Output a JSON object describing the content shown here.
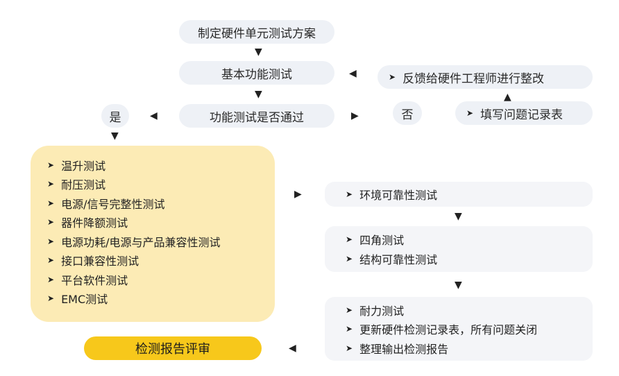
{
  "flow": {
    "step1": "制定硬件单元测试方案",
    "step2": "基本功能测试",
    "decision": "功能测试是否通过",
    "yes": "是",
    "no": "否",
    "feedback": "反馈给硬件工程师进行整改",
    "fill_record": "填写问题记录表",
    "final": "检测报告评审"
  },
  "tests_group": {
    "items": [
      "温升测试",
      "耐压测试",
      "电源/信号完整性测试",
      "器件降额测试",
      "电源功耗/电源与产品兼容性测试",
      "接口兼容性测试",
      "平台软件测试",
      "EMC测试"
    ]
  },
  "right_boxes": {
    "box1": [
      "环境可靠性测试"
    ],
    "box2": [
      "四角测试",
      "结构可靠性测试"
    ],
    "box3": [
      "耐力测试",
      "更新硬件检测记录表，所有问题关闭",
      "整理输出检测报告"
    ]
  },
  "icons": {
    "bullet": "➤",
    "arrow_down": "▼",
    "arrow_left": "◀",
    "arrow_right": "▶",
    "arrow_up": "▲"
  },
  "colors": {
    "pill_bg": "#eef1f6",
    "group_bg": "#fcebb5",
    "final_bg": "#f7c81b"
  }
}
